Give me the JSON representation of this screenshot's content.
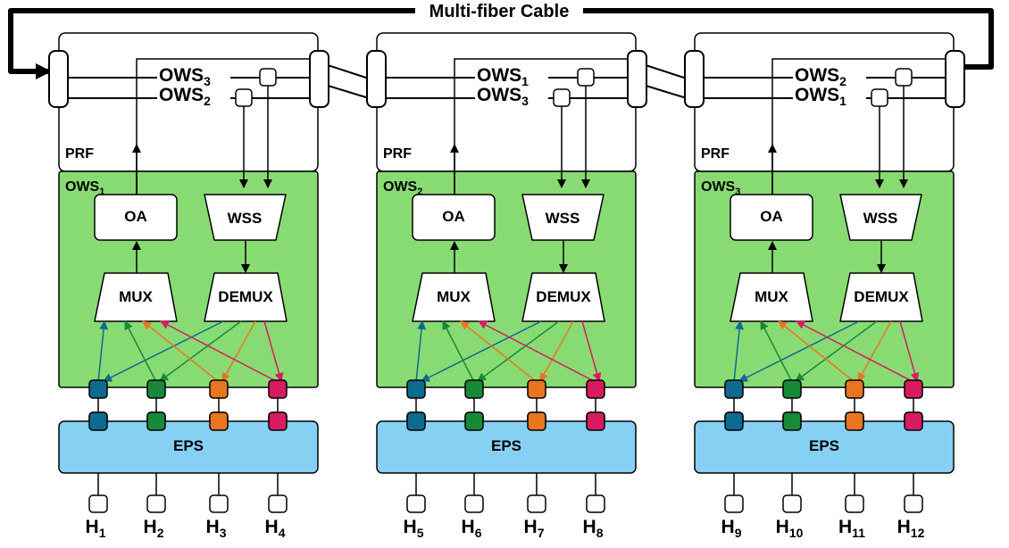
{
  "cable": {
    "label": "Multi-fiber Cable"
  },
  "colors": {
    "ows_fill": "#88db73",
    "eps_fill": "#86d0f4",
    "port_colors": [
      "#0e6a8f",
      "#178a3a",
      "#e9751f",
      "#d81b60"
    ]
  },
  "modules": [
    {
      "prf_label": "PRF",
      "ows_label": "OWS",
      "ows_sub": "1",
      "fiber_top": {
        "main": "OWS",
        "sub": "3"
      },
      "fiber_bottom": {
        "main": "OWS",
        "sub": "2"
      },
      "oa_label": "OA",
      "wss_label": "WSS",
      "mux_label": "MUX",
      "demux_label": "DEMUX",
      "eps_label": "EPS",
      "hosts": [
        {
          "main": "H",
          "sub": "1"
        },
        {
          "main": "H",
          "sub": "2"
        },
        {
          "main": "H",
          "sub": "3"
        },
        {
          "main": "H",
          "sub": "4"
        }
      ]
    },
    {
      "prf_label": "PRF",
      "ows_label": "OWS",
      "ows_sub": "2",
      "fiber_top": {
        "main": "OWS",
        "sub": "1"
      },
      "fiber_bottom": {
        "main": "OWS",
        "sub": "3"
      },
      "oa_label": "OA",
      "wss_label": "WSS",
      "mux_label": "MUX",
      "demux_label": "DEMUX",
      "eps_label": "EPS",
      "hosts": [
        {
          "main": "H",
          "sub": "5"
        },
        {
          "main": "H",
          "sub": "6"
        },
        {
          "main": "H",
          "sub": "7"
        },
        {
          "main": "H",
          "sub": "8"
        }
      ]
    },
    {
      "prf_label": "PRF",
      "ows_label": "OWS",
      "ows_sub": "3",
      "fiber_top": {
        "main": "OWS",
        "sub": "2"
      },
      "fiber_bottom": {
        "main": "OWS",
        "sub": "1"
      },
      "oa_label": "OA",
      "wss_label": "WSS",
      "mux_label": "MUX",
      "demux_label": "DEMUX",
      "eps_label": "EPS",
      "hosts": [
        {
          "main": "H",
          "sub": "9"
        },
        {
          "main": "H",
          "sub": "10"
        },
        {
          "main": "H",
          "sub": "11"
        },
        {
          "main": "H",
          "sub": "12"
        }
      ]
    }
  ]
}
